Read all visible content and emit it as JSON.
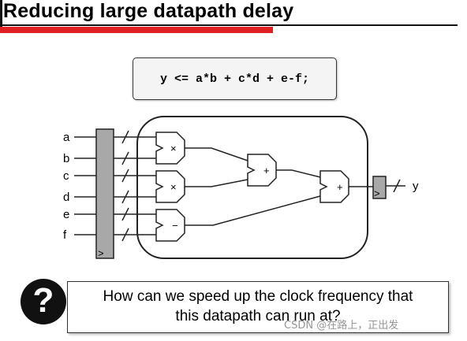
{
  "slide": {
    "title": "Reducing large datapath delay",
    "code": "y <= a*b + c*d + e-f;"
  },
  "diagram": {
    "inputs": [
      "a",
      "b",
      "c",
      "d",
      "e",
      "f"
    ],
    "output": "y",
    "operators": [
      "×",
      "×",
      "−",
      "+",
      "+"
    ],
    "register_marker": ">"
  },
  "question": {
    "icon": "?",
    "line1": "How can we speed up the clock frequency that",
    "line2": "this datapath can run at?"
  },
  "watermark": "CSDN @在路上，正出发"
}
